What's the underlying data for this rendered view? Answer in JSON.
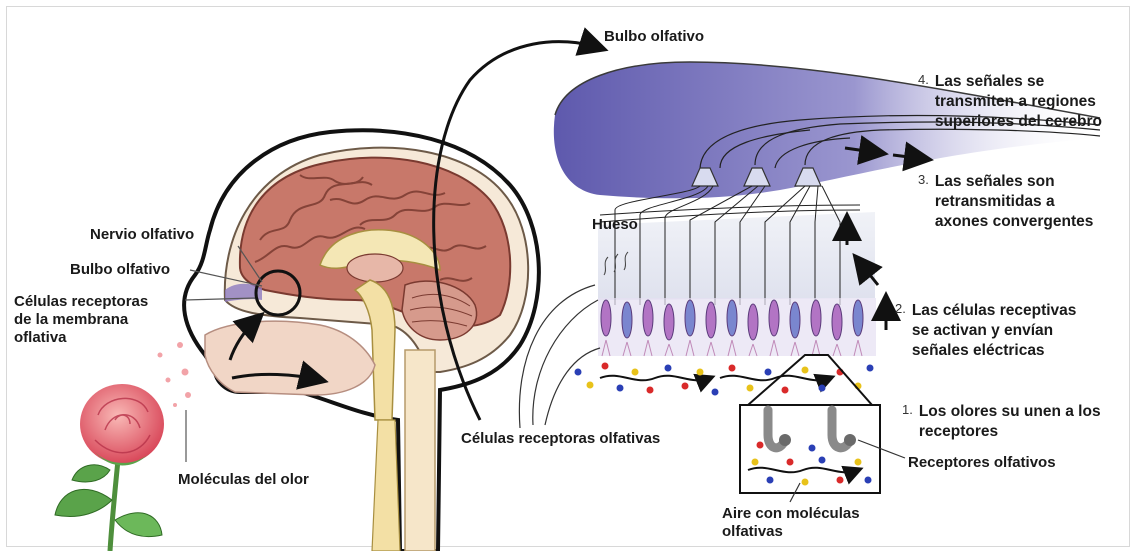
{
  "labels": {
    "bulbo_top": "Bulbo olfativo",
    "hueso": "Hueso",
    "nervio": "Nervio olfativo",
    "bulbo_left": "Bulbo olfativo",
    "celulas_membrana": [
      "Células receptoras",
      "de la membrana",
      "oflativa"
    ],
    "moleculas_olor": "Moléculas del olor",
    "celulas_olfativas": "Células receptoras olfativas",
    "receptores_olfativos": "Receptores olfativos",
    "aire": [
      "Aire con moléculas",
      "olfativas"
    ]
  },
  "steps": [
    {
      "num": "4.",
      "lines": [
        "Las señales se",
        "transmiten a regiones",
        "superiores del cerebro"
      ]
    },
    {
      "num": "3.",
      "lines": [
        "Las señales son",
        "retransmitidas a",
        "axones convergentes"
      ]
    },
    {
      "num": "2.",
      "lines": [
        "Las células receptivas",
        "se activan y envían",
        "señales eléctricas"
      ]
    },
    {
      "num": "1.",
      "lines": [
        "Los olores su unen a los",
        "receptores"
      ]
    }
  ],
  "colors": {
    "bulb": "#6f6cb5",
    "brain": "#c8786a",
    "cell_purple": "#b274c4",
    "cell_blue": "#7a86cf",
    "skin": "#f1d6c6",
    "rose": "#e46d73",
    "leaf": "#5aa34a"
  }
}
